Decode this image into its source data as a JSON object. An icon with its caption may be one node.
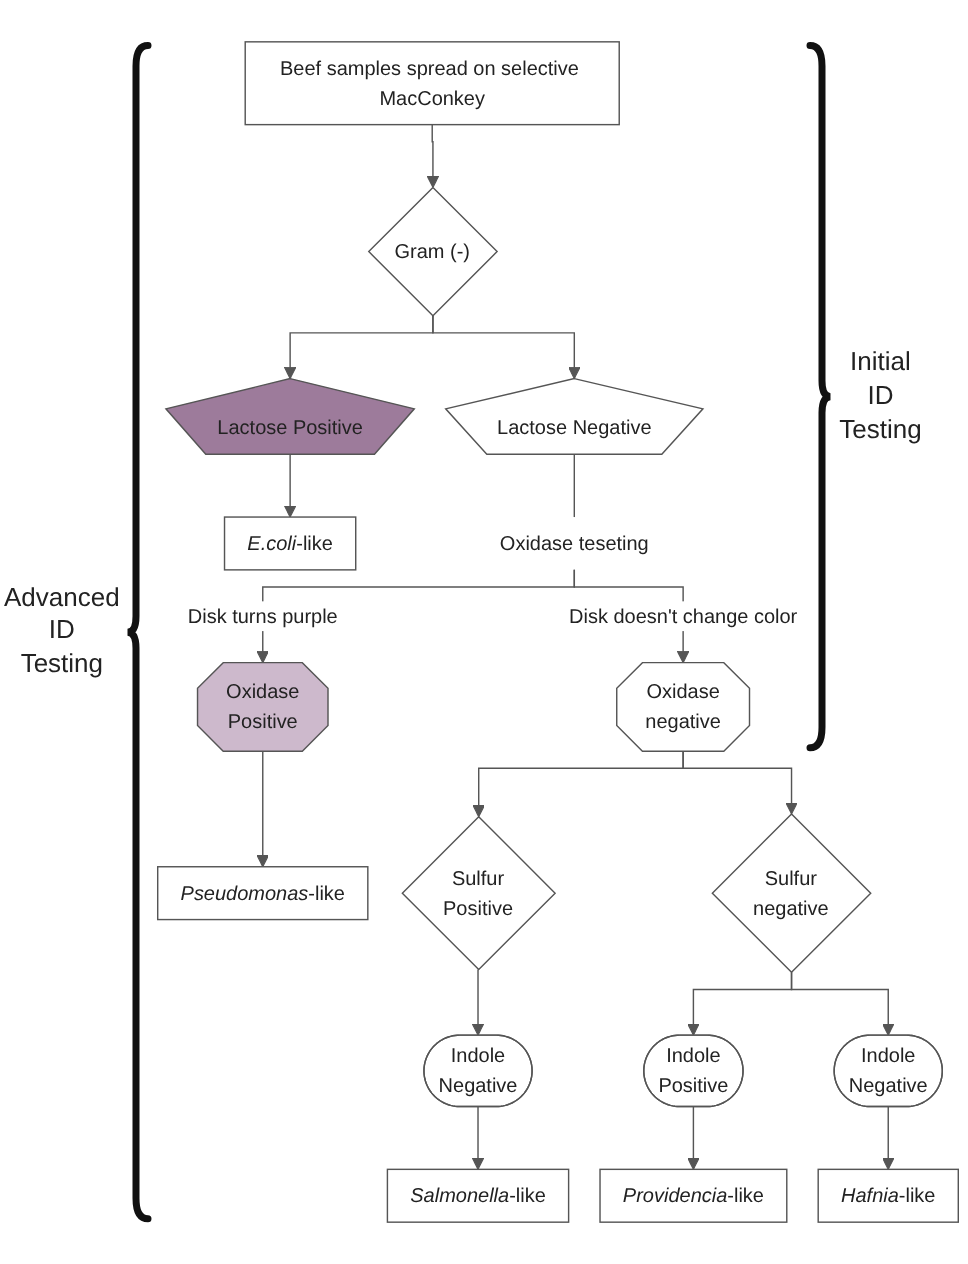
{
  "diagram": {
    "nodes": [
      {
        "text": [
          "Beef samples spread on selective MacConkey"
        ]
      },
      {
        "text": [
          "Gram (-)"
        ]
      },
      {
        "text": [
          "Lactose Positive"
        ]
      },
      {
        "text": [
          "Lactose Negative"
        ]
      },
      {
        "text": [
          "*E.coli*-like"
        ]
      },
      {
        "text": [
          "Oxidase teseting"
        ]
      },
      {
        "text": [
          "Oxidase Positive"
        ]
      },
      {
        "text": [
          "Oxidase negative"
        ]
      },
      {
        "text": [
          "*Pseudomonas*-like"
        ]
      },
      {
        "text": [
          "Sulfur Positive"
        ]
      },
      {
        "text": [
          "Sulfur negative"
        ]
      },
      {
        "text": [
          "Indole Negative"
        ]
      },
      {
        "text": [
          "Indole Positive"
        ]
      },
      {
        "text": [
          "Indole Negative"
        ]
      },
      {
        "text": [
          "*Salmonella*-like"
        ]
      },
      {
        "text": [
          "*Providencia*-like"
        ]
      },
      {
        "text": [
          "*Hafnia*-like"
        ]
      }
    ],
    "edges": [
      {
        "from": 0,
        "to": 1,
        "arrow": "to"
      },
      {
        "from": 1,
        "to": 2,
        "arrow": "to"
      },
      {
        "from": 1,
        "to": 3,
        "arrow": "to"
      },
      {
        "from": 2,
        "to": 4,
        "arrow": "to"
      },
      {
        "from": 3,
        "to": 5,
        "arrow": "none"
      },
      {
        "from": 5,
        "to": 6,
        "arrow": "to",
        "label": "Disk turns purple"
      },
      {
        "from": 5,
        "to": 7,
        "arrow": "to",
        "label": "Disk doesn't change color"
      },
      {
        "from": 6,
        "to": 8,
        "arrow": "to"
      },
      {
        "from": 7,
        "to": 9,
        "arrow": "to"
      },
      {
        "from": 7,
        "to": 10,
        "arrow": "to"
      },
      {
        "from": 9,
        "to": 11,
        "arrow": "to"
      },
      {
        "from": 10,
        "to": 12,
        "arrow": "to"
      },
      {
        "from": 10,
        "to": 13,
        "arrow": "to"
      },
      {
        "from": 11,
        "to": 14,
        "arrow": "to"
      },
      {
        "from": 12,
        "to": 15,
        "arrow": "to"
      },
      {
        "from": 13,
        "to": 16,
        "arrow": "to"
      }
    ],
    "labels": [
      "Initial ID Testing",
      "Advanced ID Testing"
    ]
  }
}
